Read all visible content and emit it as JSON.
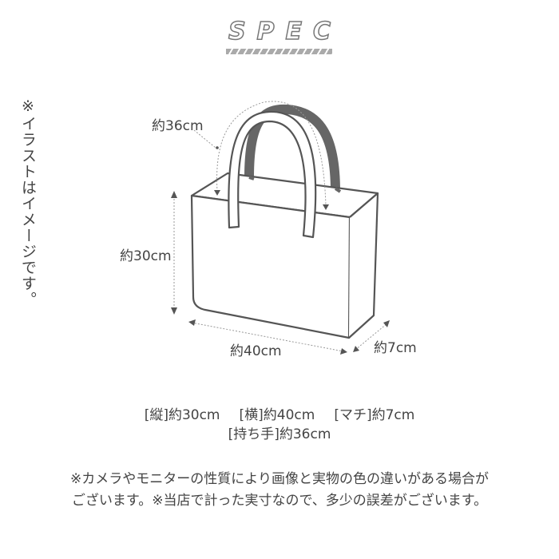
{
  "title": "SPEC",
  "side_note": "※イラストはイメージです。",
  "labels": {
    "handle": "約36cm",
    "height": "約30cm",
    "width": "約40cm",
    "depth": "約7cm"
  },
  "spec": {
    "line1": [
      "[縦]約30cm",
      "[横]約40cm",
      "[マチ]約7cm"
    ],
    "line2": "[持ち手]約36cm"
  },
  "note": {
    "line1": "※カメラやモニターの性質により画像と実物の色の違いがある場合が",
    "line2": "ございます。※当店で計った実寸なので、多少の誤差がございます。"
  },
  "colors": {
    "outline": "#555555",
    "handle_back": "#666666",
    "dim_line": "#999999"
  }
}
